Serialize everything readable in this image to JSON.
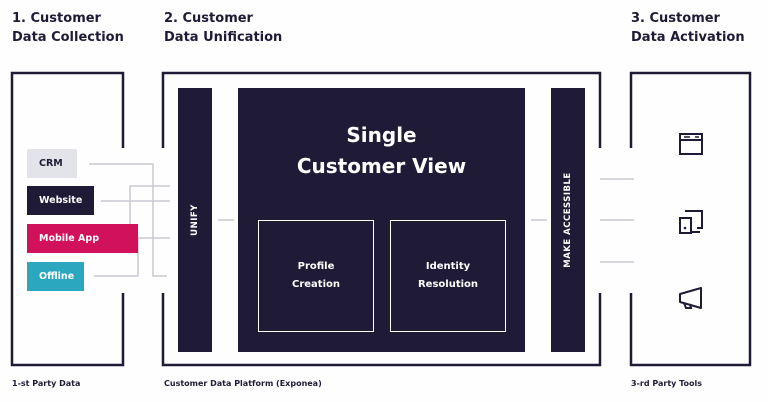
{
  "sections": [
    {
      "title_line1": "1. Customer",
      "title_line2": "Data Collection",
      "footer": "1-st Party Data"
    },
    {
      "title_line1": "2. Customer",
      "title_line2": "Data Unification",
      "footer": "Customer Data Platform (Exponea)"
    },
    {
      "title_line1": "3. Customer",
      "title_line2": "Data Activation",
      "footer": "3-rd Party Tools"
    }
  ],
  "sources": [
    {
      "label": "CRM",
      "color": "#e3e3ea",
      "text_color": "#1f1b36"
    },
    {
      "label": "Website",
      "color": "#1f1b36",
      "text_color": "#ffffff"
    },
    {
      "label": "Mobile App",
      "color": "#d1125b",
      "text_color": "#ffffff"
    },
    {
      "label": "Offline",
      "color": "#2ba7bf",
      "text_color": "#ffffff"
    }
  ],
  "unify_label": "UNIFY",
  "make_accessible_label": "MAKE ACCESSIBLE",
  "center": {
    "title_line1": "Single",
    "title_line2": "Customer View",
    "boxes": [
      {
        "line1": "Profile",
        "line2": "Creation"
      },
      {
        "line1": "Identity",
        "line2": "Resolution"
      }
    ]
  },
  "tools": [
    {
      "icon": "browser-window-icon"
    },
    {
      "icon": "devices-icon"
    },
    {
      "icon": "megaphone-icon"
    }
  ],
  "colors": {
    "dark": "#1f1b36",
    "line": "#c9c9d2"
  }
}
